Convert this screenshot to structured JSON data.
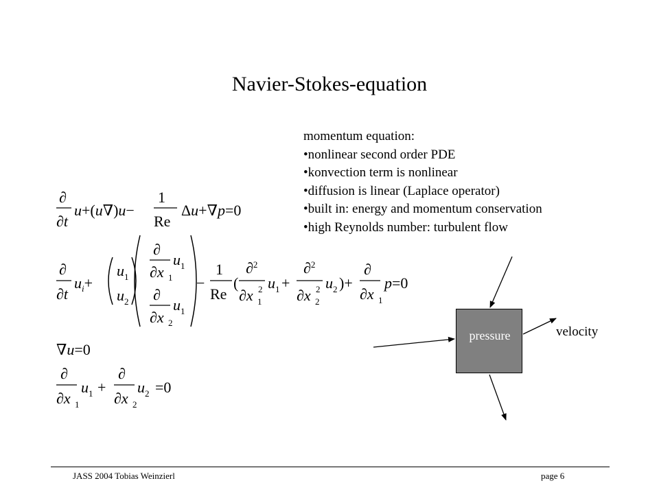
{
  "slide": {
    "title": "Navier-Stokes-equation",
    "notes": [
      "momentum equation:",
      "•nonlinear second order PDE",
      "•konvection term is nonlinear",
      "•diffusion is linear (Laplace operator)",
      "•built in: energy and momentum conservation",
      "•high Reynolds number: turbulent flow"
    ]
  },
  "diagram": {
    "box_label": "pressure",
    "velocity_label": "velocity",
    "box_color": "#808080"
  },
  "footer": {
    "left": "JASS 2004 Tobias Weinzierl",
    "right": "page 6"
  }
}
